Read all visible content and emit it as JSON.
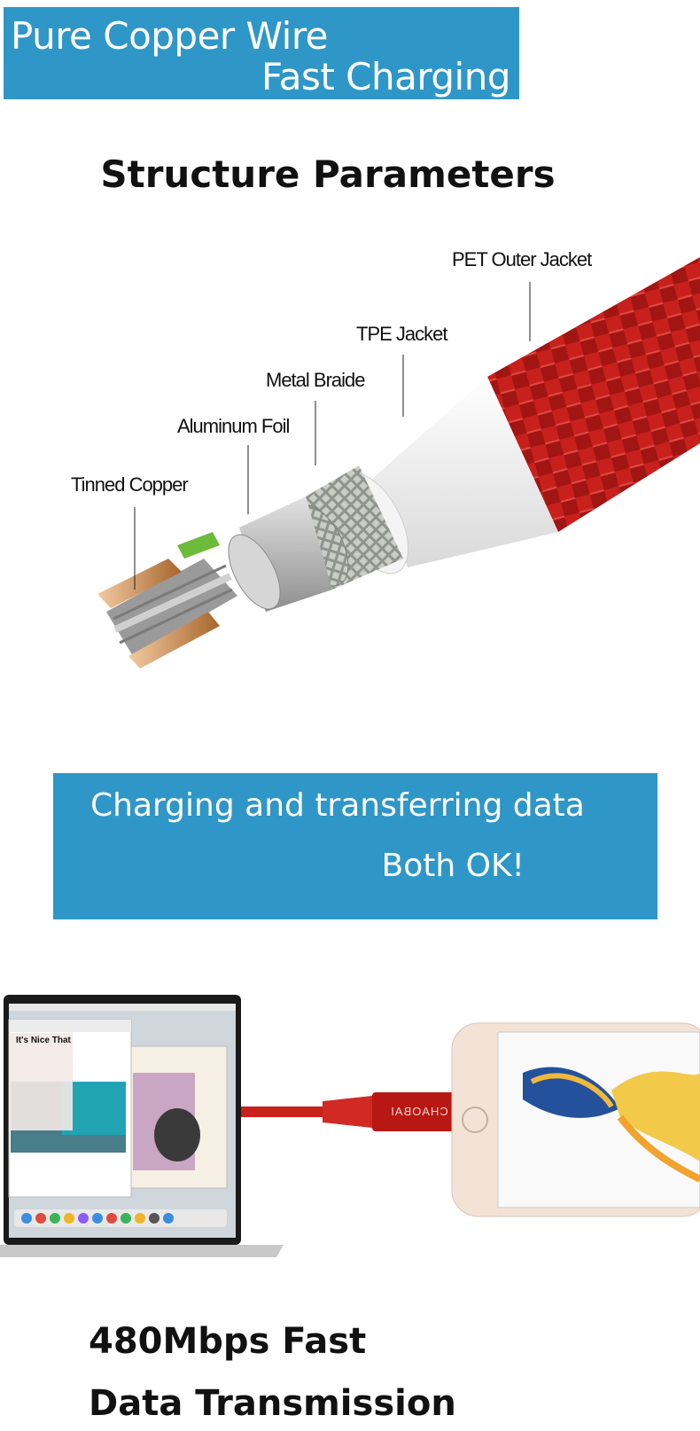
{
  "banner_top": {
    "line1": "Pure Copper Wire",
    "line2": "Fast Charging"
  },
  "heading": "Structure Parameters",
  "layers": {
    "pet": "PET Outer Jacket",
    "tpe": "TPE Jacket",
    "metal": "Metal Braide",
    "foil": "Aluminum Foil",
    "copper": "Tinned Copper"
  },
  "banner_mid": {
    "line1": "Charging and transferring data",
    "line2": "Both OK!"
  },
  "laptop": {
    "window_title": "It's Nice That"
  },
  "connector": {
    "brand": "CHAOBAI"
  },
  "caption": {
    "line1": "480Mbps Fast",
    "line2": "Data Transmission"
  },
  "colors": {
    "banner": "#2f97c8",
    "cable_red": "#c8201d",
    "jacket_white": "#f1f1f1"
  }
}
